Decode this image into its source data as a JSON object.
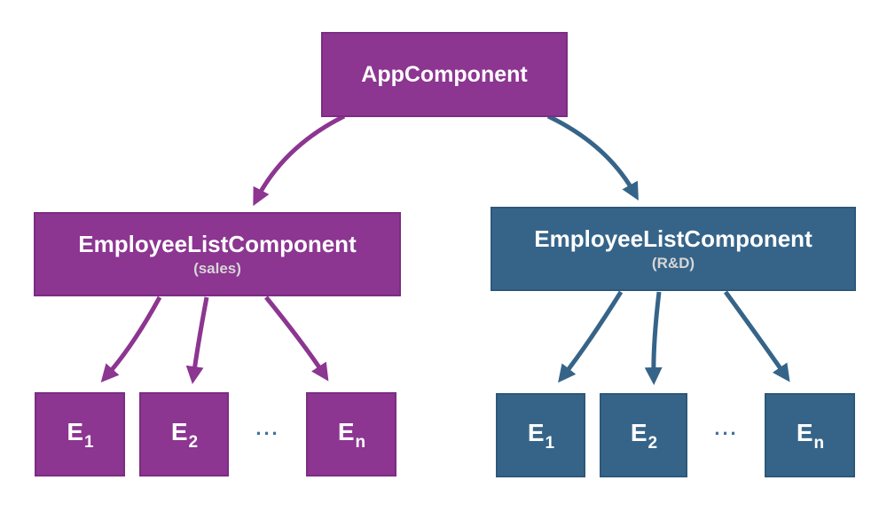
{
  "colors": {
    "purple": "#8c3591",
    "purple_border": "#7b2d82",
    "blue": "#366489",
    "blue_border": "#2d587a",
    "background": "#ffffff",
    "text": "#ffffff",
    "subtitle_text": "#d6d6d6",
    "ellipsis": "#41709c"
  },
  "diagram": {
    "root": {
      "label": "AppComponent"
    },
    "branches": [
      {
        "label": "EmployeeListComponent",
        "sublabel": "(sales)",
        "theme": "purple"
      },
      {
        "label": "EmployeeListComponent",
        "sublabel": "(R&D)",
        "theme": "blue"
      }
    ],
    "leaf_labels": [
      {
        "base": "E",
        "sub": "1"
      },
      {
        "base": "E",
        "sub": "2"
      },
      {
        "base": "E",
        "sub": "n"
      }
    ],
    "ellipsis": "..."
  }
}
